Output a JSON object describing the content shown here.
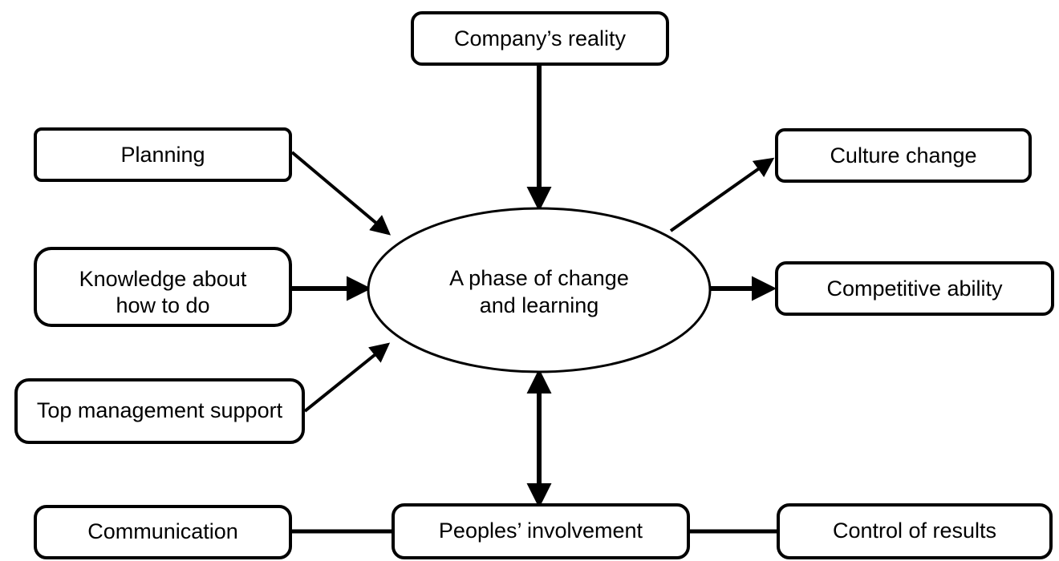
{
  "diagram": {
    "title": "A phase of change and learning",
    "colors": {
      "stroke": "#000000",
      "fill": "#ffffff",
      "text": "#000000",
      "background": "#ffffff"
    },
    "center": {
      "id": "center-node",
      "shape": "ellipse",
      "line1": "A phase of change",
      "line2": "and learning"
    },
    "nodes": [
      {
        "id": "companys-reality",
        "label": "Company’s reality",
        "shape": "rounded-rect"
      },
      {
        "id": "planning",
        "label": "Planning",
        "shape": "rounded-rect"
      },
      {
        "id": "knowledge-about-how-to-do",
        "label_line1": "Knowledge about",
        "label_line2": "how to do",
        "shape": "rounded-rect"
      },
      {
        "id": "top-management-support",
        "label": "Top management support",
        "shape": "rounded-rect"
      },
      {
        "id": "culture-change",
        "label": "Culture change",
        "shape": "rounded-rect"
      },
      {
        "id": "competitive-ability",
        "label": "Competitive ability",
        "shape": "rounded-rect"
      },
      {
        "id": "communication",
        "label": "Communication",
        "shape": "rounded-rect"
      },
      {
        "id": "peoples-involvement",
        "label": "Peoples’ involvement",
        "shape": "rounded-rect"
      },
      {
        "id": "control-of-results",
        "label": "Control of results",
        "shape": "rounded-rect"
      }
    ],
    "edges": [
      {
        "id": "edge-companys-reality-to-center",
        "from": "companys-reality",
        "to": "center-node",
        "style": "arrow",
        "direction": "down"
      },
      {
        "id": "edge-planning-to-center",
        "from": "planning",
        "to": "center-node",
        "style": "arrow",
        "direction": "diagonal-down-right"
      },
      {
        "id": "edge-knowledge-to-center",
        "from": "knowledge-about-how-to-do",
        "to": "center-node",
        "style": "arrow",
        "direction": "right"
      },
      {
        "id": "edge-top-management-to-center",
        "from": "top-management-support",
        "to": "center-node",
        "style": "arrow",
        "direction": "diagonal-up-right"
      },
      {
        "id": "edge-center-to-culture-change",
        "from": "center-node",
        "to": "culture-change",
        "style": "arrow",
        "direction": "diagonal-up-right"
      },
      {
        "id": "edge-center-to-competitive-ability",
        "from": "center-node",
        "to": "competitive-ability",
        "style": "arrow",
        "direction": "right"
      },
      {
        "id": "edge-center-to-peoples-involvement",
        "from": "center-node",
        "to": "peoples-involvement",
        "style": "double-arrow",
        "direction": "vertical"
      },
      {
        "id": "edge-communication-to-peoples-involvement",
        "from": "communication",
        "to": "peoples-involvement",
        "style": "plain-line",
        "direction": "horizontal"
      },
      {
        "id": "edge-peoples-involvement-to-control-of-results",
        "from": "peoples-involvement",
        "to": "control-of-results",
        "style": "plain-line",
        "direction": "horizontal"
      }
    ]
  }
}
